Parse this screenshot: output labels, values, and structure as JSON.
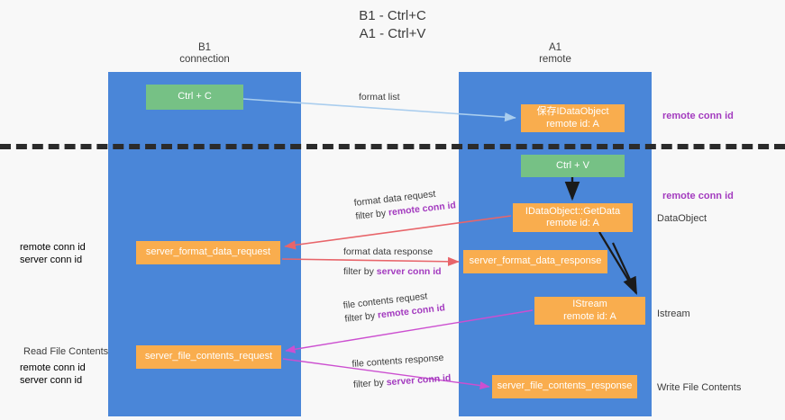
{
  "title": {
    "line1": "B1 - Ctrl+C",
    "line2": "A1 - Ctrl+V"
  },
  "columns": [
    {
      "id": "b1",
      "name": "B1",
      "role": "connection"
    },
    {
      "id": "a1",
      "name": "A1",
      "role": "remote"
    }
  ],
  "nodes": [
    {
      "id": "ctrl-c",
      "line1": "Ctrl + C",
      "line2": "",
      "color": "#76c185",
      "column": "b1"
    },
    {
      "id": "save-idataobject",
      "line1": "保存IDataObject",
      "line2": "remote id: A",
      "color": "#f9ad4e",
      "column": "a1"
    },
    {
      "id": "ctrl-v",
      "line1": "Ctrl + V",
      "line2": "",
      "color": "#76c185",
      "column": "a1"
    },
    {
      "id": "idataobject-getdata",
      "line1": "IDataObject::GetData",
      "line2": "remote id: A",
      "color": "#f9ad4e",
      "column": "a1"
    },
    {
      "id": "server-format-data-request",
      "line1": "server_format_data_request",
      "line2": "",
      "color": "#f9ad4e",
      "column": "b1"
    },
    {
      "id": "server-format-data-response",
      "line1": "server_format_data_response",
      "line2": "",
      "color": "#f9ad4e",
      "column": "a1"
    },
    {
      "id": "istream",
      "line1": "IStream",
      "line2": "remote id: A",
      "color": "#f9ad4e",
      "column": "a1"
    },
    {
      "id": "server-file-contents-request",
      "line1": "server_file_contents_request",
      "line2": "",
      "color": "#f9ad4e",
      "column": "b1"
    },
    {
      "id": "server-file-contents-response",
      "line1": "server_file_contents_response",
      "line2": "",
      "color": "#f9ad4e",
      "column": "a1"
    }
  ],
  "edge_labels": {
    "format_list": "format list",
    "format_data_request": "format data request",
    "format_data_request_filter_prefix": "filter by ",
    "format_data_request_filter_key": "remote conn id",
    "format_data_response": "format data response",
    "format_data_response_filter_prefix": "filter by ",
    "format_data_response_filter_key": "server conn id",
    "file_contents_request": "file contents request",
    "file_contents_request_filter_prefix": "filter by ",
    "file_contents_request_filter_key": "remote conn id",
    "file_contents_response": "file contents response",
    "file_contents_response_filter_prefix": "filter by ",
    "file_contents_response_filter_key": "server conn id"
  },
  "annotations": {
    "right_remote_conn_id_top": "remote conn id",
    "right_remote_conn_id_mid": "remote conn id",
    "right_dataobject": "DataObject",
    "right_istream": "Istream",
    "right_write_file_contents": "Write File Contents",
    "left_remote_conn_id": "remote conn id",
    "left_server_conn_id": "server conn id",
    "left_read_file_contents": "Read File Contents",
    "left_remote_conn_id_2": "remote conn id",
    "left_server_conn_id_2": "server conn id"
  },
  "colors": {
    "panel_blue": "#4a86d8",
    "node_green": "#76c185",
    "node_orange": "#f9ad4e",
    "background": "#f8f8f8",
    "accent_purple": "#a33bbf",
    "accent_green": "#6fbf7f",
    "edge_light_blue": "#a9cdee",
    "edge_red": "#e8656a",
    "edge_magenta": "#cc4fd0",
    "edge_black": "#1a1a1a",
    "divider": "#2b2b2b"
  }
}
